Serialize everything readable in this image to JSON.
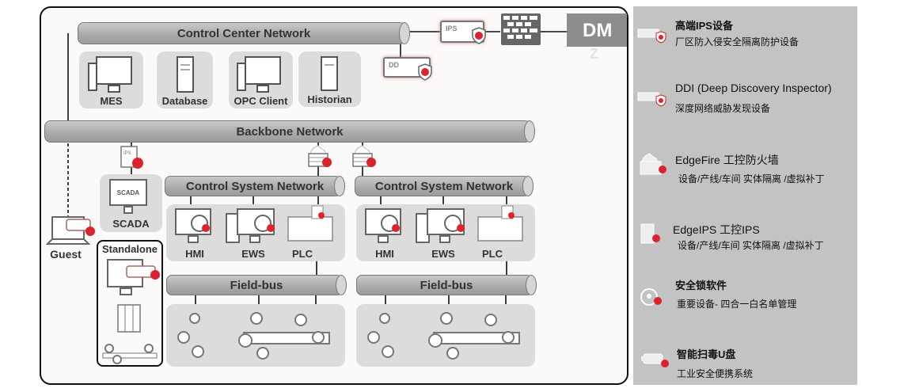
{
  "diagram": {
    "control_center_network": "Control Center Network",
    "backbone_network": "Backbone Network",
    "control_system_network": [
      "Control System Network",
      "Control System Network"
    ],
    "field_bus": [
      "Field-bus",
      "Field-bus"
    ],
    "control_center_devices": [
      "MES",
      "Database",
      "OPC Client",
      "Historian"
    ],
    "dmz": "DM",
    "dmz_z": "Z",
    "ips_tag": "IPS",
    "dd_tag": "DD",
    "scada": "SCADA",
    "scada_screen": "SCADA",
    "guest": "Guest",
    "standalone": "Standalone",
    "cell_devices": [
      "HMI",
      "EWS",
      "PLC"
    ]
  },
  "legend": {
    "items": [
      {
        "icon": "ips-appliance-icon",
        "title": "高端IPS设备",
        "subtitle": "厂区防入侵安全隔离防护设备"
      },
      {
        "icon": "ddi-appliance-icon",
        "title": "DDI (Deep Discovery Inspector)",
        "subtitle": "深度网络威胁发现设备"
      },
      {
        "icon": "edgefire-icon",
        "title": "EdgeFire 工控防火墙",
        "subtitle": "设备/产线/车间 实体隔离 /虚拟补丁"
      },
      {
        "icon": "edgeips-icon",
        "title": "EdgeIPS 工控IPS",
        "subtitle": "设备/产线/车间 实体隔离 /虚拟补丁"
      },
      {
        "icon": "security-lock-icon",
        "title": "安全锁软件",
        "subtitle": "重要设备- 四合一白名单管理"
      },
      {
        "icon": "usb-scanner-icon",
        "title": "智能扫毒U盘",
        "subtitle": "工业安全便携系统"
      }
    ]
  },
  "colors": {
    "accent": "#d9232d",
    "pipe": "#ababab",
    "group": "#dcdcdc",
    "legend_bg": "#c3c3c3"
  }
}
